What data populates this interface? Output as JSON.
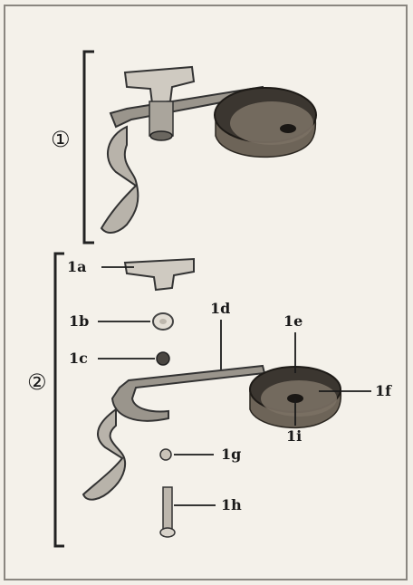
{
  "figure": {
    "assembled_marker": "①",
    "exploded_marker": "②",
    "part_labels": {
      "wing_nut": "1a",
      "washer": "1b",
      "nut": "1c",
      "arm": "1d",
      "felt_top": "1e",
      "felt_side": "1f",
      "small_nut": "1g",
      "bolt": "1h",
      "felt_center": "1i"
    }
  }
}
